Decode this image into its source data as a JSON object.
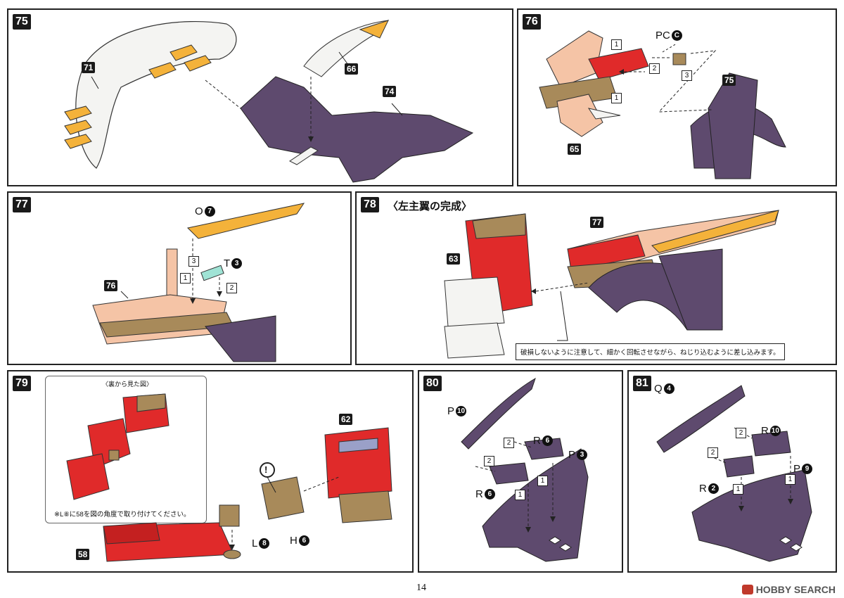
{
  "page": {
    "number": "14"
  },
  "steps": {
    "s75": {
      "num": "75",
      "parts": {
        "p71": "71",
        "p66": "66",
        "p74": "74"
      }
    },
    "s76": {
      "num": "76",
      "parts": {
        "p75": "75",
        "p65": "65"
      },
      "pc_letter": "PC",
      "pc_circle": "C",
      "seq1": "1",
      "seq2": "2",
      "seq3": "3",
      "seq1b": "1"
    },
    "s77": {
      "num": "77",
      "parts": {
        "p76": "76"
      },
      "o_letter": "O",
      "o_circle": "7",
      "t_letter": "T",
      "t_circle": "3",
      "seq1": "1",
      "seq2": "2",
      "seq3": "3"
    },
    "s78": {
      "num": "78",
      "title": "〈左主翼の完成〉",
      "parts": {
        "p63": "63",
        "p77": "77"
      },
      "note": "破損しないように注意して、細かく回転させながら、ねじり込むように差し込みます。"
    },
    "s79": {
      "num": "79",
      "parts": {
        "p62": "62",
        "p58": "58"
      },
      "inset_title": "〈裏から見た図〉",
      "inset_note": "※L⑧に58を図の角度で取り付けてください。",
      "l_letter": "L",
      "l_circle": "8",
      "h_letter": "H",
      "h_circle": "6",
      "caution": "!"
    },
    "s80": {
      "num": "80",
      "p_letter": "P",
      "p_circle_a": "10",
      "p_circle_b": "3",
      "r_letter": "R",
      "r_circle": "6",
      "seq2a": "2",
      "seq2b": "2",
      "seq1a": "1",
      "seq1b": "1"
    },
    "s81": {
      "num": "81",
      "q_letter": "Q",
      "q_circle": "4",
      "r_letter": "R",
      "r_circle_a": "10",
      "r_circle_b": "2",
      "p_letter": "P",
      "p_circle": "9",
      "seq2a": "2",
      "seq2b": "2",
      "seq1a": "1",
      "seq1b": "1"
    }
  },
  "watermark": {
    "text": "HOBBY SEARCH"
  },
  "colors": {
    "purple": "#5e4a6e",
    "red": "#e02a2a",
    "orange": "#f4b23a",
    "tan": "#a88a5a",
    "peach": "#f5c4a6",
    "white_part": "#f4f4f2",
    "teal": "#9fe3d5"
  }
}
